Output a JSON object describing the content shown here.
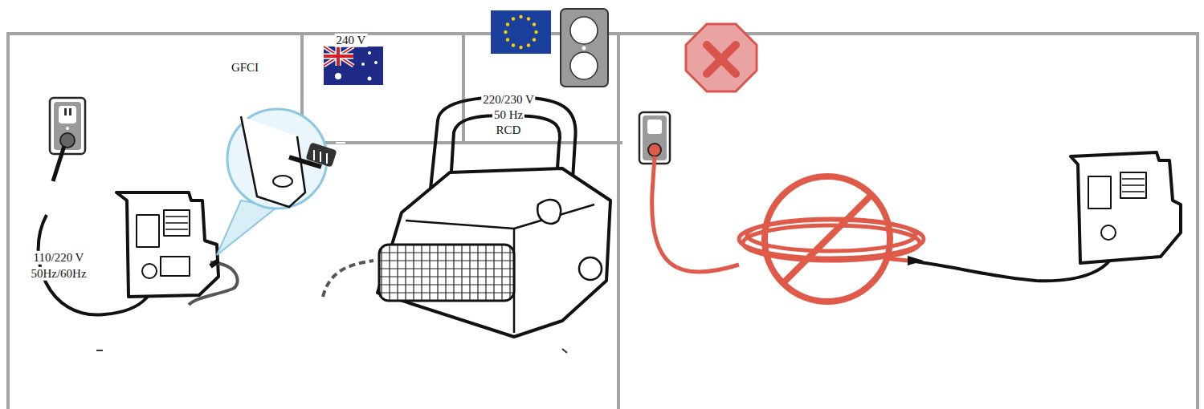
{
  "diagram": {
    "labels": [
      "GFCI",
      "240 V",
      "220/230 V",
      "50 Hz",
      "RCD",
      "110/220  V",
      "50Hz/60Hz"
    ]
  }
}
